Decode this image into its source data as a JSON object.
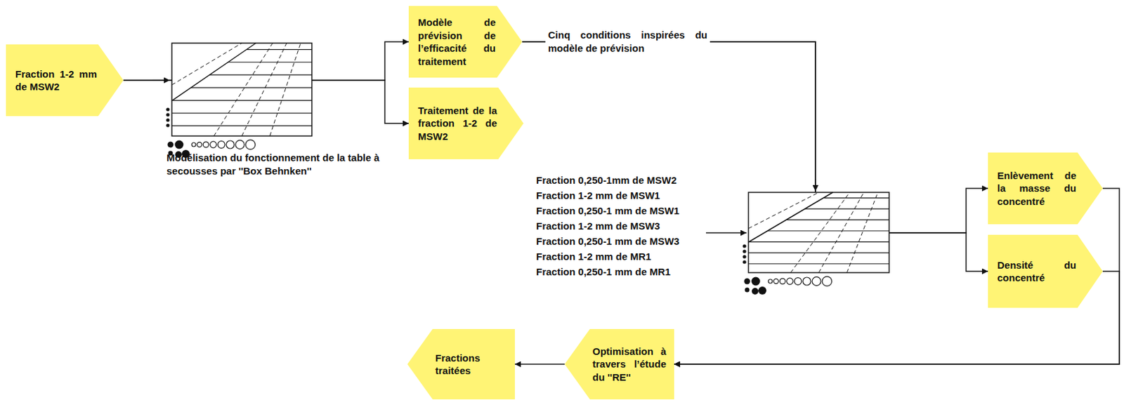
{
  "diagram": {
    "nodes": [
      {
        "text": [
          "Fraction 1-2 mm de MSW2"
        ]
      },
      {
        "text": [
          "Modèle de prévision de l’efficacité du traitement"
        ]
      },
      {
        "text": [
          "Traitement de la fraction 1-2 de MSW2"
        ]
      },
      {
        "text": [
          "Enlèvement de la masse du concentré"
        ]
      },
      {
        "text": [
          "Densité du concentré"
        ]
      },
      {
        "text": [
          "Optimisation à travers l’étude du ''RE''"
        ]
      },
      {
        "text": [
          "Fractions traitées"
        ]
      }
    ],
    "edges": [
      {
        "from": 0,
        "to": 1,
        "arrow": "to"
      },
      {
        "from": 0,
        "to": 2,
        "arrow": "to"
      },
      {
        "from": 1,
        "to": 3,
        "arrow": "to"
      },
      {
        "from": 1,
        "to": 4,
        "arrow": "to"
      },
      {
        "from": 3,
        "to": 5,
        "arrow": "to"
      },
      {
        "from": 4,
        "to": 5,
        "arrow": "to"
      },
      {
        "from": 5,
        "to": 6,
        "arrow": "to"
      }
    ],
    "labels": [
      "Modélisation du fonctionnement de la table à secousses par ''Box Behnken''",
      "Cinq conditions inspirées du modèle de prévision",
      "Fraction 0,250-1mm de MSW2",
      "Fraction 1-2 mm de MSW1",
      "Fraction 0,250-1 mm de MSW1",
      "Fraction 1-2 mm de MSW3",
      "Fraction 0,250-1 mm de MSW3",
      "Fraction 1-2 mm de MR1",
      "Fraction 0,250-1 mm de MR1"
    ]
  }
}
